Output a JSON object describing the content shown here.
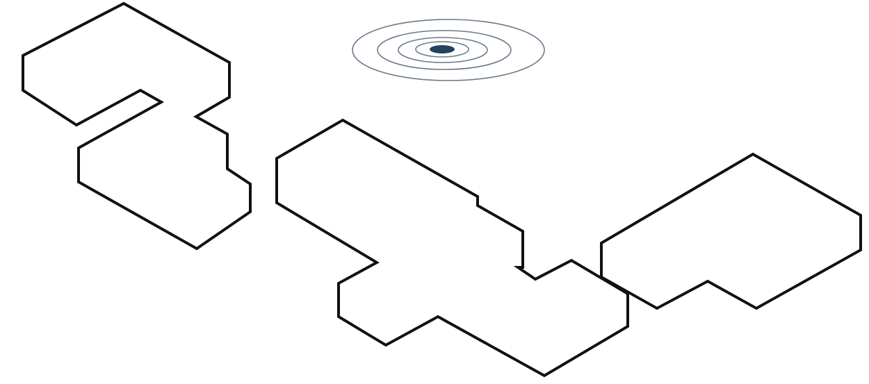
{
  "colors": {
    "background": "#ffffff",
    "outline": "#111111",
    "ring_stroke": "#6b7a8a",
    "center_fill": "#24425f"
  },
  "shapes": [
    {
      "name": "left-shape"
    },
    {
      "name": "middle-shape"
    },
    {
      "name": "right-shape"
    }
  ],
  "marker": {
    "name": "concentric-rings-marker",
    "ring_count": 4
  }
}
